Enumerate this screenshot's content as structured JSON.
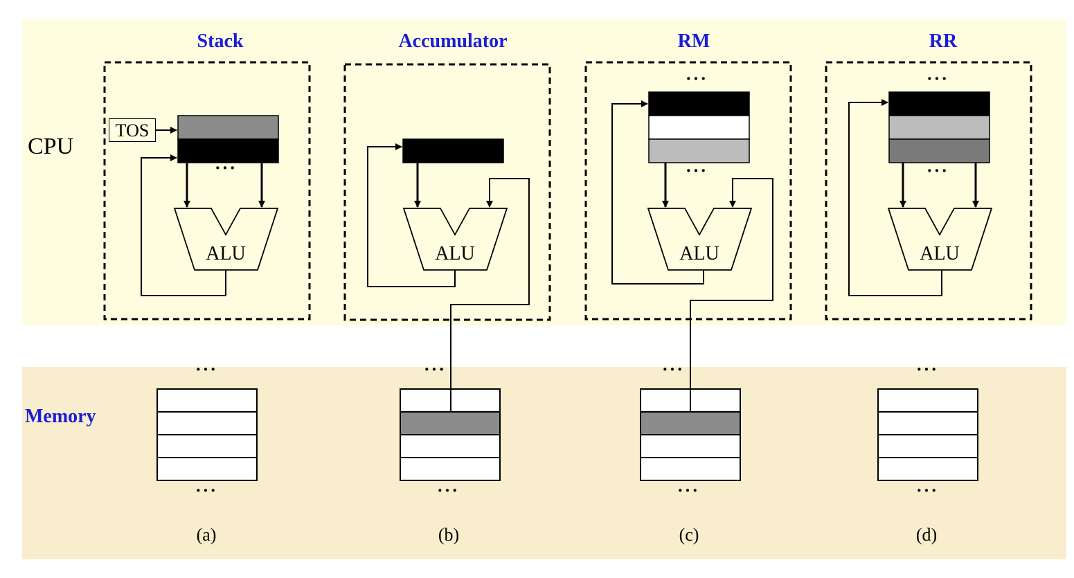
{
  "cpu_label": "CPU",
  "memory_label": "Memory",
  "tos_label": "TOS",
  "alu_label": "ALU",
  "ellipsis": "···",
  "architectures": [
    {
      "title": "Stack",
      "caption": "(a)"
    },
    {
      "title": "Accumulator",
      "caption": "(b)"
    },
    {
      "title": "RM",
      "caption": "(c)"
    },
    {
      "title": "RR",
      "caption": "(d)"
    }
  ],
  "colors": {
    "cpu_background": "#fefddf",
    "memory_background": "#f8edcd",
    "title_blue": "#1d1dd6",
    "register_black": "#000000",
    "register_dark_gray": "#7a7a7a",
    "register_mid_gray": "#8c8c8c",
    "register_light_gray": "#bcbcbc",
    "memory_highlight": "#8c8c8c"
  }
}
